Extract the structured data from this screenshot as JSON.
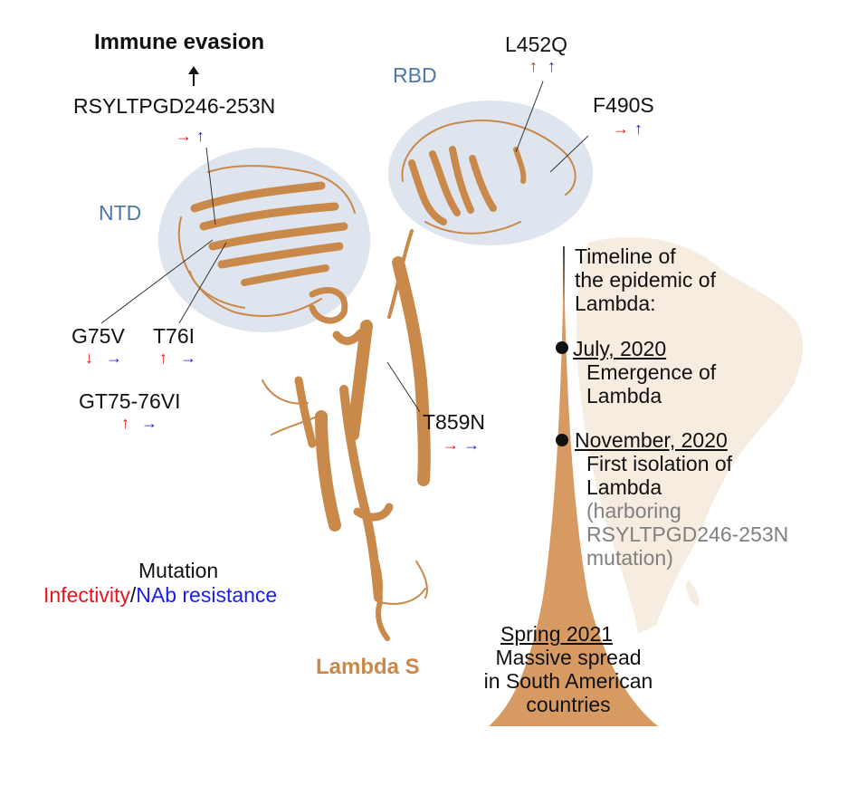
{
  "title": "Immune evasion",
  "domains": {
    "ntd": "NTD",
    "rbd": "RBD"
  },
  "mutations": {
    "rsyltpgd": "RSYLTPGD246-253N",
    "g75v": "G75V",
    "t76i": "T76I",
    "gt75": "GT75-76VI",
    "l452q": "L452Q",
    "f490s": "F490S",
    "t859n": "T859N"
  },
  "legend": {
    "heading": "Mutation",
    "infectivity": "Infectivity",
    "separator": "/",
    "nab": "NAb resistance"
  },
  "protein_label": "Lambda S",
  "timeline": {
    "heading": [
      "Timeline of",
      "the epidemic of",
      "Lambda:"
    ],
    "events": [
      {
        "date": "July, 2020",
        "desc": [
          "Emergence of",
          "Lambda"
        ]
      },
      {
        "date": "November, 2020",
        "desc": [
          "First isolation of",
          "Lambda"
        ],
        "note": [
          "(harboring",
          "RSYLTPGD246-253N",
          "mutation)"
        ]
      }
    ],
    "final": {
      "date": "Spring 2021",
      "desc": [
        "Massive spread",
        "in South American",
        "countries"
      ]
    }
  },
  "arrows": {
    "up": "↑",
    "down": "↓",
    "right": "→"
  },
  "colors": {
    "infectivity": "#e8141c",
    "nab": "#1c1cf0",
    "protein": "#c8894a",
    "domain_fill": "#dfe5ee",
    "domain_text": "#4f77a8",
    "timeline_fill": "#d69a62",
    "map": "#f6ece0",
    "note_text": "#808080"
  }
}
